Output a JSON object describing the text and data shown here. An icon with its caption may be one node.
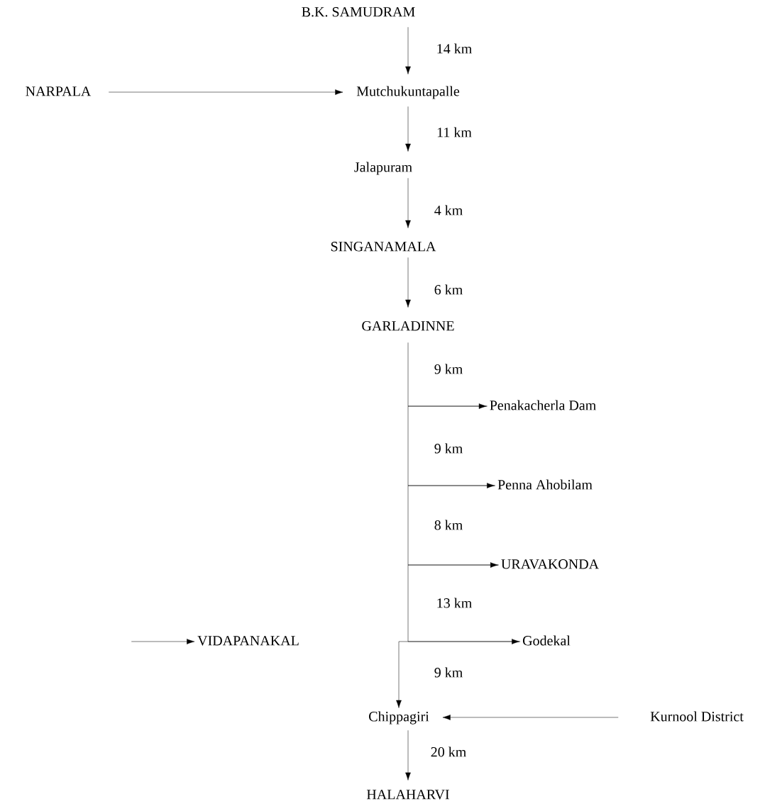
{
  "diagram": {
    "nodes": [
      {
        "text": [
          "B.K. SAMUDRAM"
        ]
      },
      {
        "text": [
          "NARPALA"
        ]
      },
      {
        "text": [
          "Mutchukuntapalle"
        ]
      },
      {
        "text": [
          "Jalapuram"
        ]
      },
      {
        "text": [
          "SINGANAMALA"
        ]
      },
      {
        "text": [
          "GARLADINNE"
        ]
      },
      {
        "text": [
          "Penakacherla Dam"
        ]
      },
      {
        "text": [
          "Penna Ahobilam"
        ]
      },
      {
        "text": [
          "URAVAKONDA"
        ]
      },
      {
        "text": [
          "VIDAPANAKAL"
        ]
      },
      {
        "text": [
          "Godekal"
        ]
      },
      {
        "text": [
          "Chippagiri"
        ]
      },
      {
        "text": [
          "Kurnool District"
        ]
      },
      {
        "text": [
          "HALAHARVI"
        ]
      }
    ],
    "edges": [
      {
        "from": 0,
        "to": 2,
        "arrow": "to",
        "label": "14 km"
      },
      {
        "from": 2,
        "to": 3,
        "arrow": "to",
        "label": "11 km"
      },
      {
        "from": 3,
        "to": 4,
        "arrow": "to",
        "label": "4 km"
      },
      {
        "from": 4,
        "to": 5,
        "arrow": "to",
        "label": "6 km"
      },
      {
        "from": 5,
        "to": 6,
        "arrow": "to",
        "label": "9 km"
      },
      {
        "from": 6,
        "to": 7,
        "arrow": "to",
        "label": "9 km"
      },
      {
        "from": 7,
        "to": 8,
        "arrow": "to",
        "label": "8 km"
      },
      {
        "from": 8,
        "to": 10,
        "arrow": "to",
        "label": "13 km"
      },
      {
        "from": 10,
        "to": 11,
        "arrow": "to",
        "label": "9 km"
      },
      {
        "from": 11,
        "to": 13,
        "arrow": "to",
        "label": "20 km"
      },
      {
        "from": 1,
        "to": 2,
        "arrow": "to"
      },
      {
        "from": null,
        "to": 9,
        "arrow": "to"
      },
      {
        "from": 12,
        "to": 11,
        "arrow": "to"
      }
    ]
  }
}
